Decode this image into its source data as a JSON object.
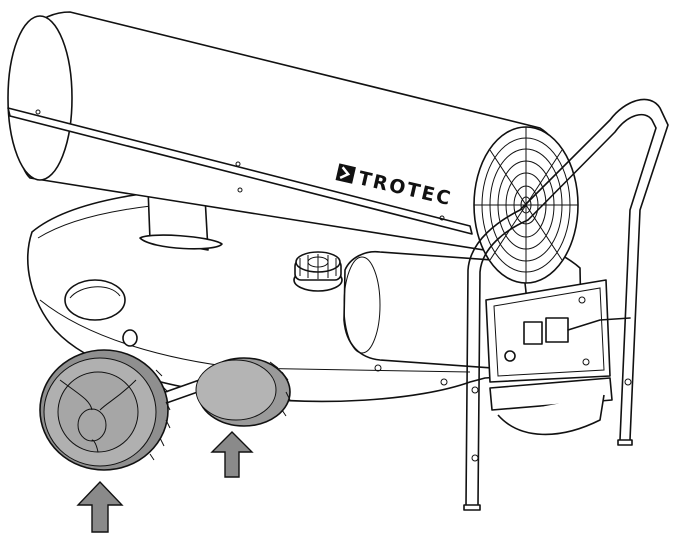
{
  "brand": {
    "name": "TROTEC",
    "logo_icon": "chevron-right-box-icon"
  },
  "colors": {
    "line": "#111111",
    "wheel_fill": "#9a9a9a",
    "arrow_fill": "#8a8a8a",
    "background": "#ffffff"
  },
  "arrows": [
    {
      "name": "arrow-front-wheel",
      "direction": "up"
    },
    {
      "name": "arrow-rear-wheel",
      "direction": "up"
    }
  ]
}
